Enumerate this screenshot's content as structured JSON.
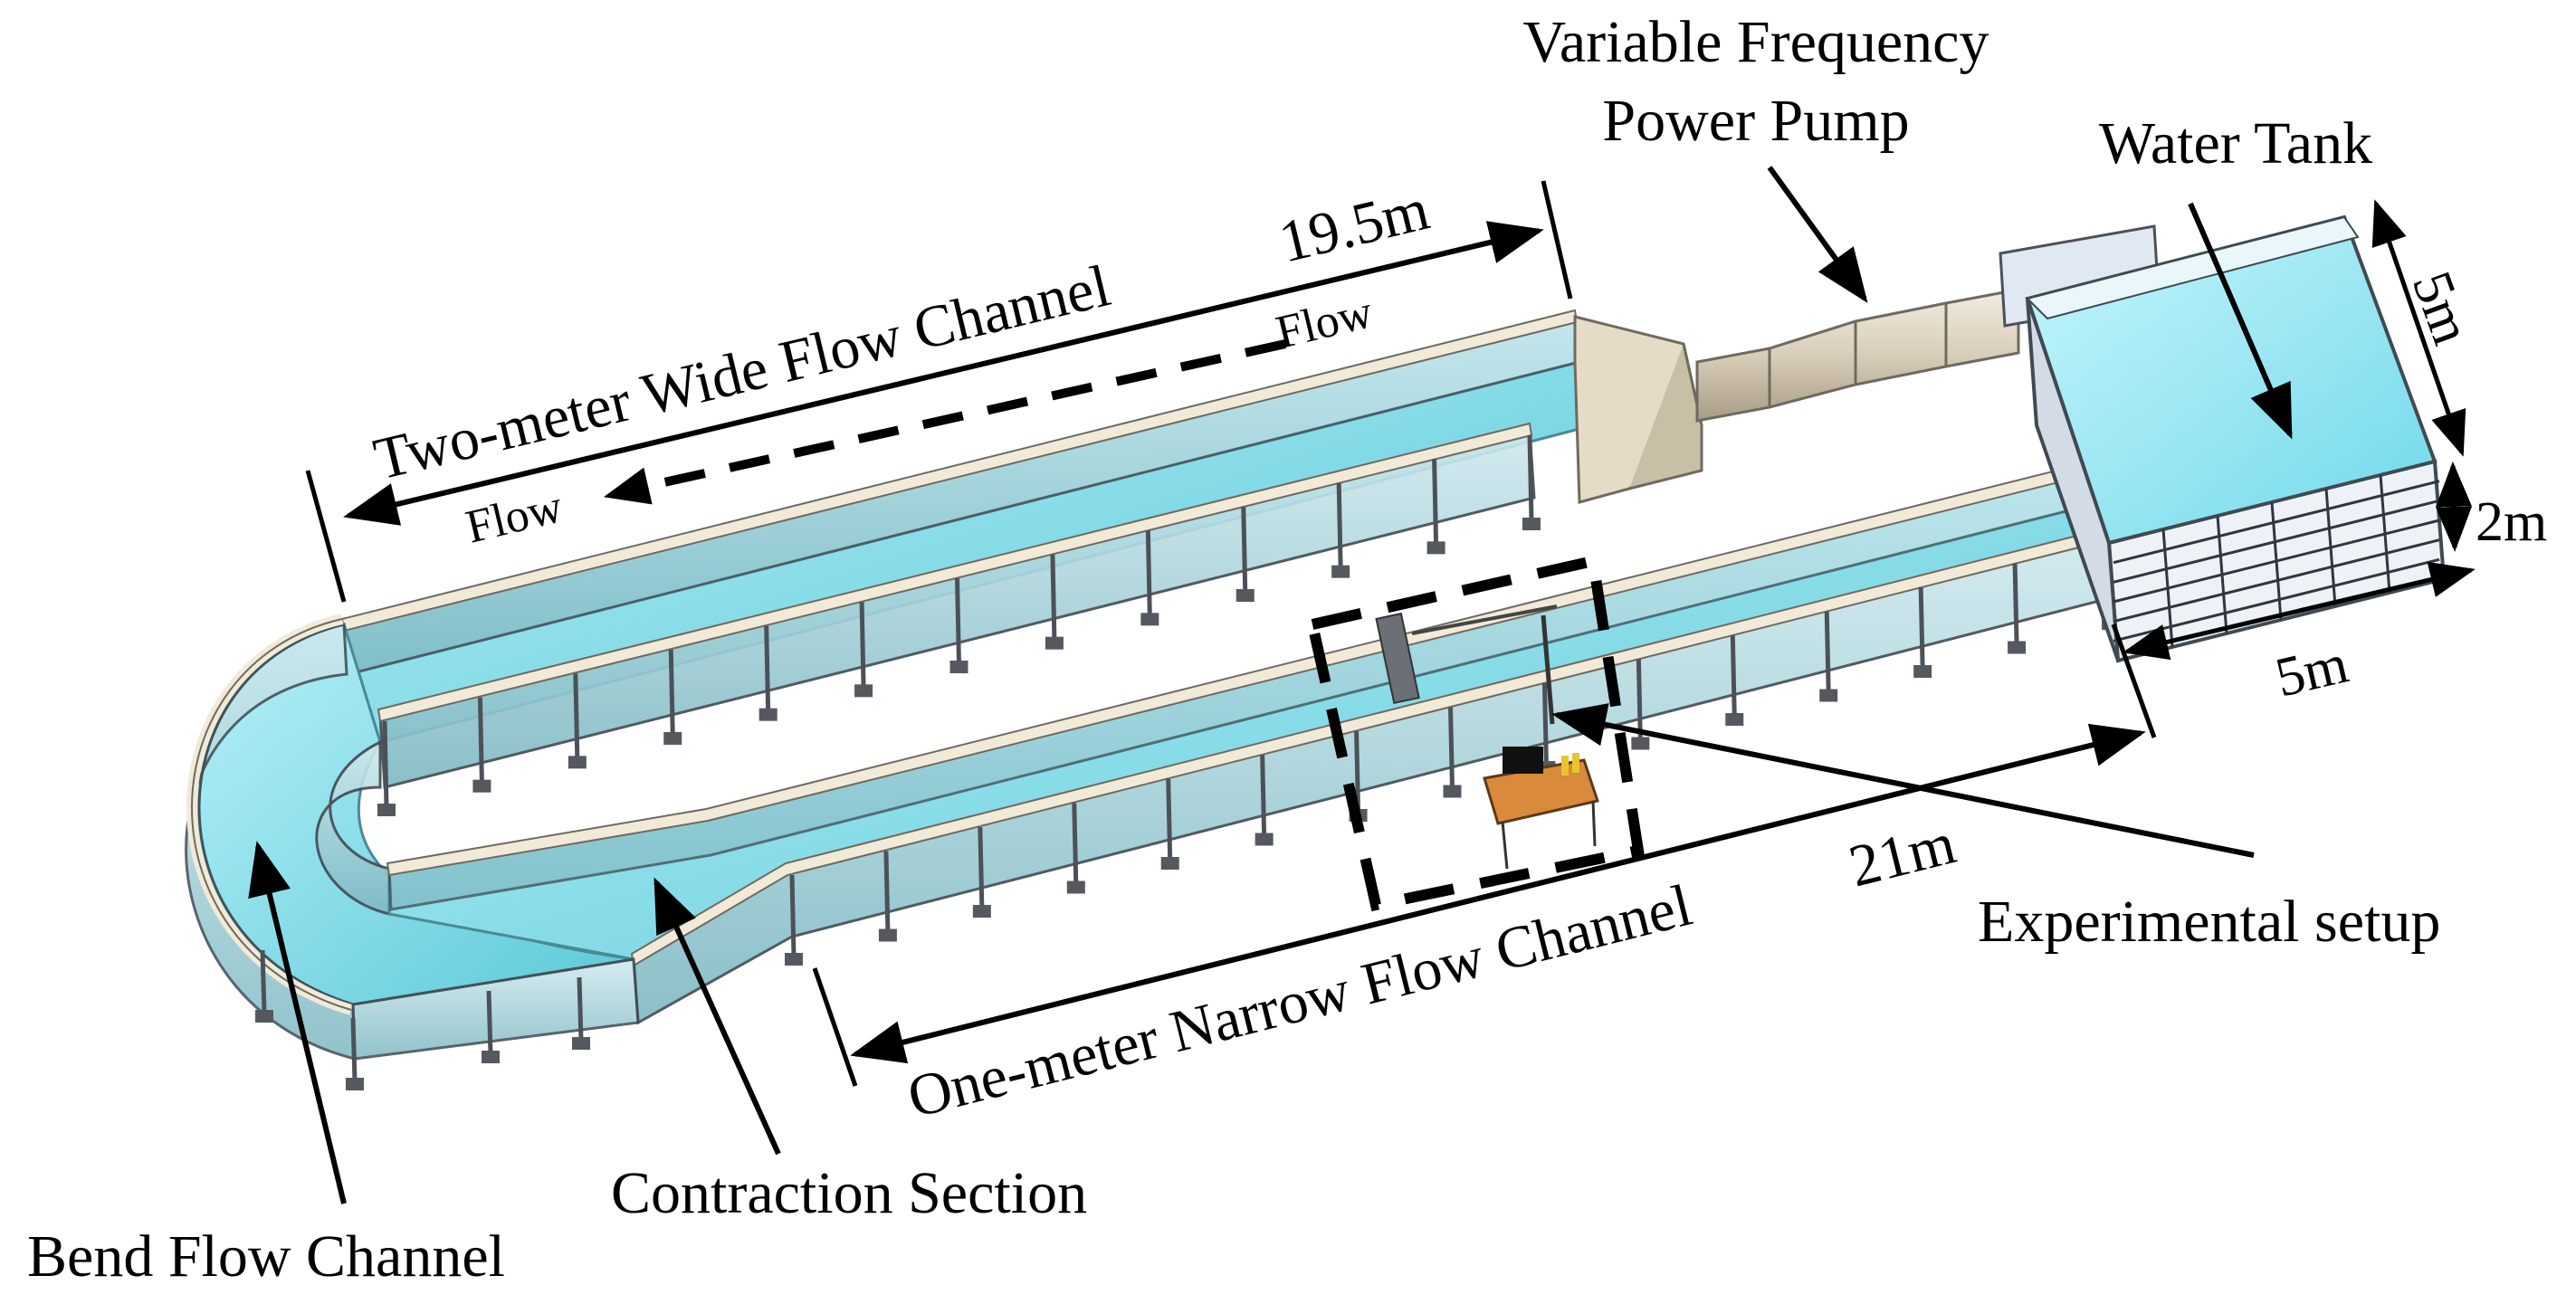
{
  "labels": {
    "pump_line1": "Variable Frequency",
    "pump_line2": "Power Pump",
    "water_tank": "Water Tank",
    "wide_channel": "Two-meter Wide Flow Channel",
    "wide_length": "19.5m",
    "flow_upper": "Flow",
    "flow_lower": "Flow",
    "tank_5m_side": "5m",
    "tank_height": "2m",
    "tank_5m_bottom": "5m",
    "experimental_setup": "Experimental setup",
    "narrow_channel": "One-meter Narrow Flow Channel",
    "narrow_length": "21m",
    "contraction_section": "Contraction Section",
    "bend_channel": "Bend Flow Channel"
  },
  "colors": {
    "water": "#8fe6f3",
    "water_deep": "#3fb6c8",
    "glass_wall": "#a9d6dc",
    "rim": "#f1ead8",
    "rim_edge": "#6f6a60",
    "frame": "#5b5f66",
    "pump": "#d9cfbf",
    "table": "#d98a3a"
  }
}
